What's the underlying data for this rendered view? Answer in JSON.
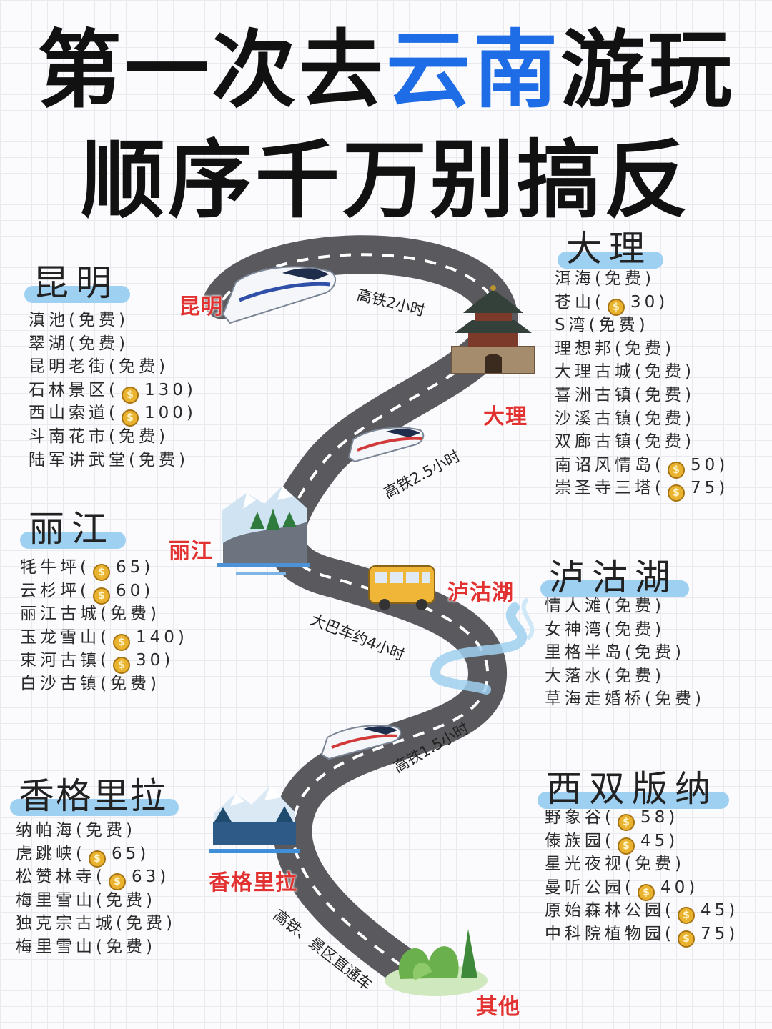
{
  "title": {
    "line1_prefix": "第一次去",
    "line1_highlight": "云南",
    "line1_suffix": "游玩",
    "line2": "顺序千万别搞反"
  },
  "colors": {
    "highlight_blue": "#1f6de6",
    "heading_band": "#9ed0f2",
    "city_label_red": "#e23131",
    "road_gray": "#5a5a5e"
  },
  "map_cities": {
    "kunming": "昆明",
    "dali": "大理",
    "lijiang": "丽江",
    "luguhu": "泸沽湖",
    "shangrila": "香格里拉",
    "other": "其他"
  },
  "routes": {
    "r1": "高铁2小时",
    "r2": "高铁2.5小时",
    "r3": "大巴车约4小时",
    "r4": "高铁1.5小时",
    "r5": "高铁、景区直通车"
  },
  "sections": {
    "kunming": {
      "heading": "昆明",
      "items": [
        {
          "name": "滇池",
          "note": "免费"
        },
        {
          "name": "翠湖",
          "note": "免费"
        },
        {
          "name": "昆明老街",
          "note": "免费"
        },
        {
          "name": "石林景区",
          "price": "130"
        },
        {
          "name": "西山索道",
          "price": "100"
        },
        {
          "name": "斗南花市",
          "note": "免费"
        },
        {
          "name": "陆军讲武堂",
          "note": "免费"
        }
      ]
    },
    "dali": {
      "heading": "大理",
      "items": [
        {
          "name": "洱海",
          "note": "免费"
        },
        {
          "name": "苍山",
          "price": "30"
        },
        {
          "name": "S湾",
          "note": "免费"
        },
        {
          "name": "理想邦",
          "note": "免费"
        },
        {
          "name": "大理古城",
          "note": "免费"
        },
        {
          "name": "喜洲古镇",
          "note": "免费"
        },
        {
          "name": "沙溪古镇",
          "note": "免费"
        },
        {
          "name": "双廊古镇",
          "note": "免费"
        },
        {
          "name": "南诏风情岛",
          "price": "50"
        },
        {
          "name": "崇圣寺三塔",
          "price": "75"
        }
      ]
    },
    "lijiang": {
      "heading": "丽江",
      "items": [
        {
          "name": "牦牛坪",
          "price": "65"
        },
        {
          "name": "云杉坪",
          "price": "60"
        },
        {
          "name": "丽江古城",
          "note": "免费"
        },
        {
          "name": "玉龙雪山",
          "price": "140"
        },
        {
          "name": "束河古镇",
          "price": "30"
        },
        {
          "name": "白沙古镇",
          "note": "免费"
        }
      ]
    },
    "luguhu": {
      "heading": "泸沽湖",
      "items": [
        {
          "name": "情人滩",
          "note": "免费"
        },
        {
          "name": "女神湾",
          "note": "免费"
        },
        {
          "name": "里格半岛",
          "note": "免费"
        },
        {
          "name": "大落水",
          "note": "免费"
        },
        {
          "name": "草海走婚桥",
          "note": "免费"
        }
      ]
    },
    "shangrila": {
      "heading": "香格里拉",
      "items": [
        {
          "name": "纳帕海",
          "note": "免费"
        },
        {
          "name": "虎跳峡",
          "price": "65"
        },
        {
          "name": "松赞林寺",
          "price": "63"
        },
        {
          "name": "梅里雪山",
          "note": "免费"
        },
        {
          "name": "独克宗古城",
          "note": "免费"
        },
        {
          "name": "梅里雪山",
          "note": "免费"
        }
      ]
    },
    "xishuangbanna": {
      "heading": "西双版纳",
      "items": [
        {
          "name": "野象谷",
          "price": "58"
        },
        {
          "name": "傣族园",
          "price": "45"
        },
        {
          "name": "星光夜视",
          "note": "免费"
        },
        {
          "name": "曼听公园",
          "price": "40"
        },
        {
          "name": "原始森林公园",
          "price": "45"
        },
        {
          "name": "中科院植物园",
          "price": "75"
        }
      ]
    }
  }
}
